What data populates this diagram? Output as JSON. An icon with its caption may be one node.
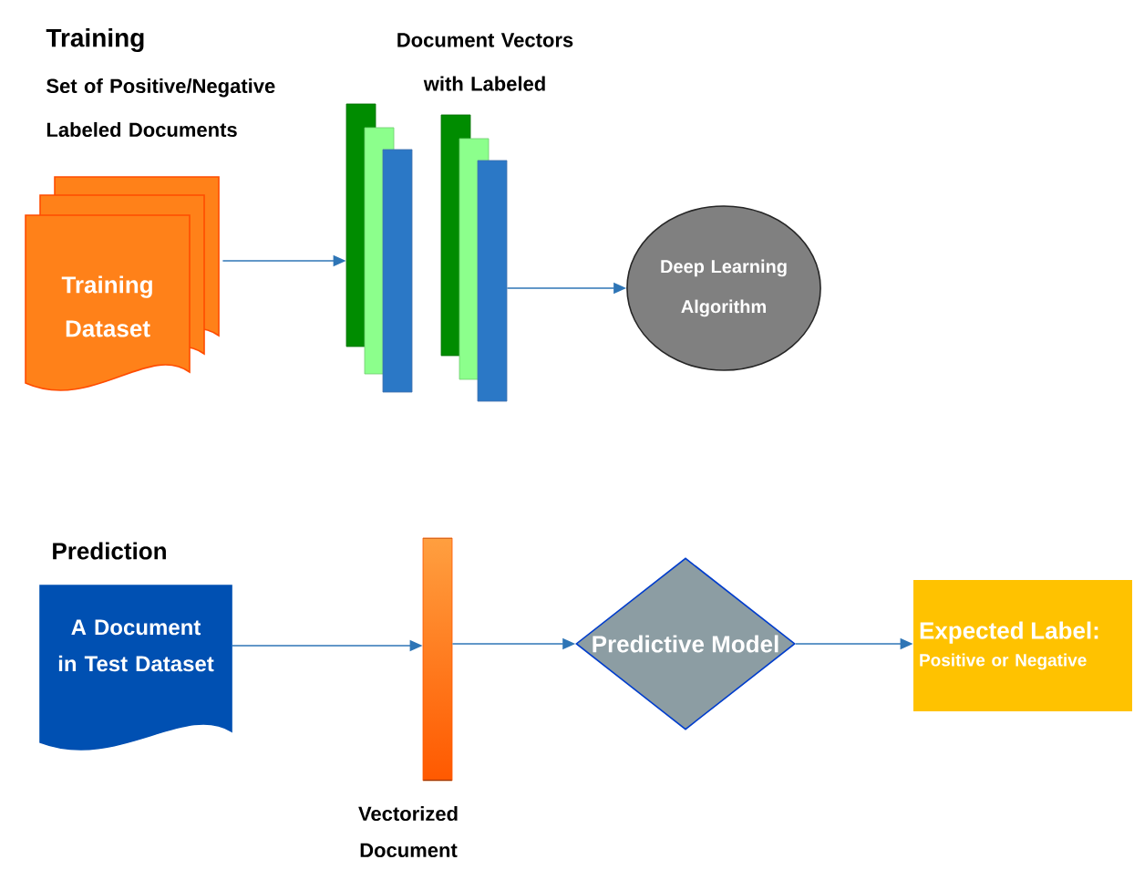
{
  "diagram": {
    "nodes": [
      {
        "text": [
          "Training Dataset"
        ]
      },
      {
        "text": [
          "Document Vectors with Labeled"
        ]
      },
      {
        "text": [
          "Deep Learning Algorithm"
        ]
      },
      {
        "text": [
          "A Document in Test Dataset"
        ]
      },
      {
        "text": [
          "Vectorized Document"
        ]
      },
      {
        "text": [
          "Predictive Model"
        ]
      },
      {
        "text": [
          "Expected Label:",
          "Positive or Negative"
        ]
      }
    ],
    "edges": [
      {
        "from": 0,
        "to": 1,
        "arrow": "to"
      },
      {
        "from": 1,
        "to": 2,
        "arrow": "to"
      },
      {
        "from": 3,
        "to": 4,
        "arrow": "to"
      },
      {
        "from": 4,
        "to": 5,
        "arrow": "to"
      },
      {
        "from": 5,
        "to": 6,
        "arrow": "to"
      }
    ],
    "labels": [
      "Training",
      "Set of Positive/Negative Labeled Documents",
      "Prediction"
    ]
  }
}
